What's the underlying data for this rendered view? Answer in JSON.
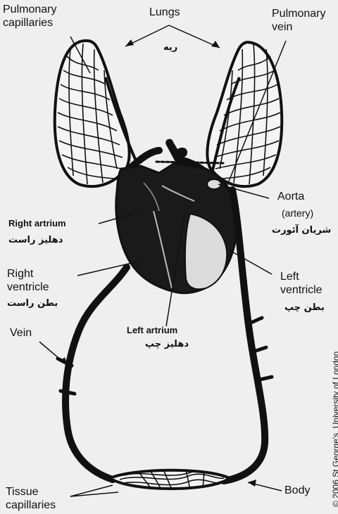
{
  "labels": {
    "pulmonary_capillaries": [
      "Pulmonary",
      "capillaries"
    ],
    "lungs": "Lungs",
    "lungs_fa": "ریه",
    "pulmonary_vein": [
      "Pulmonary",
      "vein"
    ],
    "right_atrium": "Right artrium",
    "right_atrium_fa": "دهلیز راست",
    "aorta": "Aorta",
    "aorta_note": "(artery)",
    "aorta_fa": "شریان آئورت",
    "right_ventricle": [
      "Right",
      "ventricle"
    ],
    "right_ventricle_fa": "بطن راست",
    "left_ventricle": [
      "Left",
      "ventricle"
    ],
    "left_ventricle_fa": "بطن چپ",
    "left_atrium": "Left artrium",
    "left_atrium_fa": "دهلیز چپ",
    "vein": "Vein",
    "tissue_capillaries": [
      "Tissue",
      "capillaries"
    ],
    "body": "Body"
  },
  "copyright": "© 2006 St George's, University of London",
  "colors": {
    "vessel": "#111111",
    "lung_fill": "#f4f4f4",
    "background": "#efefef"
  }
}
